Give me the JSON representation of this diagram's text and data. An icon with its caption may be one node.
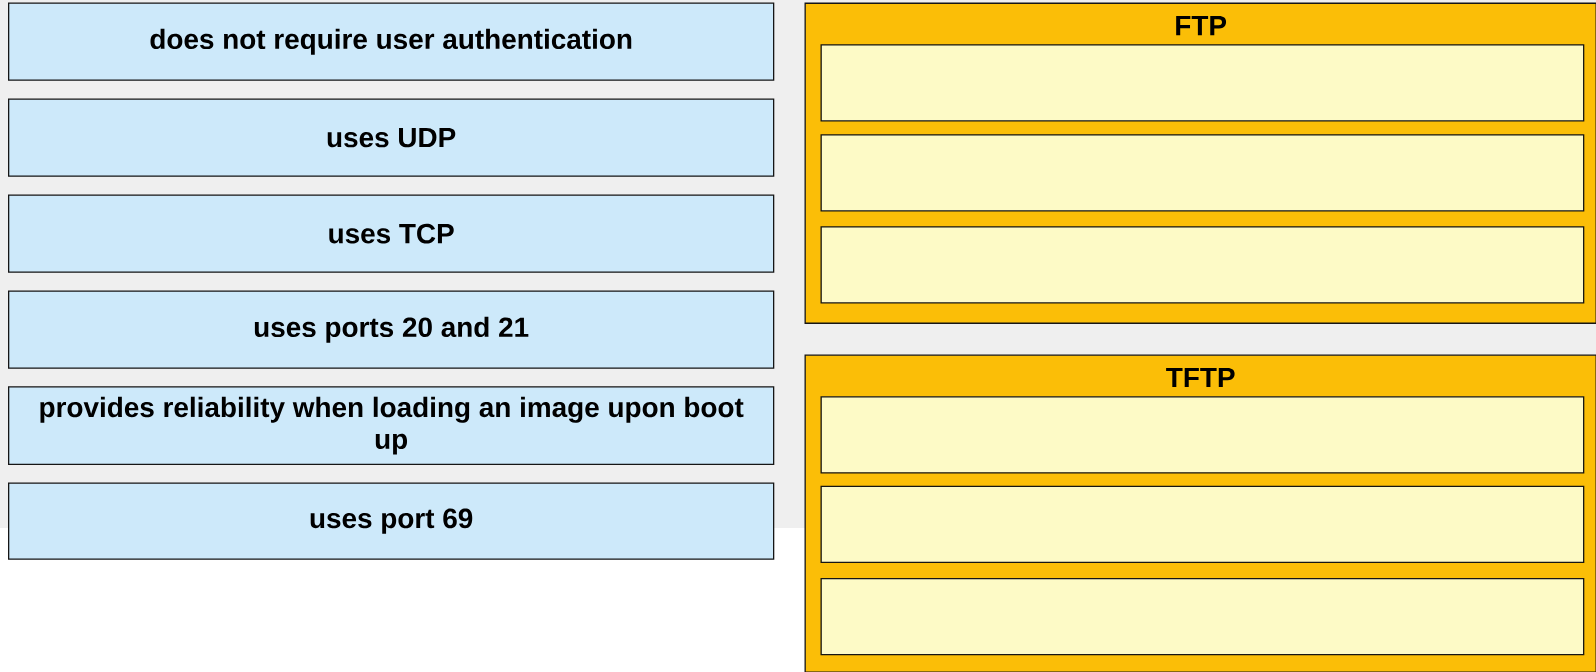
{
  "diagram": {
    "nodes": [
      {
        "text": [
          "does not require user authentication"
        ]
      },
      {
        "text": [
          "uses UDP"
        ]
      },
      {
        "text": [
          "uses TCP"
        ]
      },
      {
        "text": [
          "uses ports 20 and 21"
        ]
      },
      {
        "text": [
          "provides reliability when loading an image upon boot up"
        ]
      },
      {
        "text": [
          "uses port 69"
        ]
      },
      {
        "text": [
          "FTP"
        ]
      },
      {
        "text": [],
        "shape": "box",
        "in": 6
      },
      {
        "text": [],
        "shape": "box",
        "in": 6
      },
      {
        "text": [],
        "shape": "box",
        "in": 6
      },
      {
        "text": [
          "TFTP"
        ]
      },
      {
        "text": [],
        "shape": "box",
        "in": 10
      },
      {
        "text": [],
        "shape": "box",
        "in": 10
      },
      {
        "text": [],
        "shape": "box",
        "in": 10
      }
    ]
  }
}
